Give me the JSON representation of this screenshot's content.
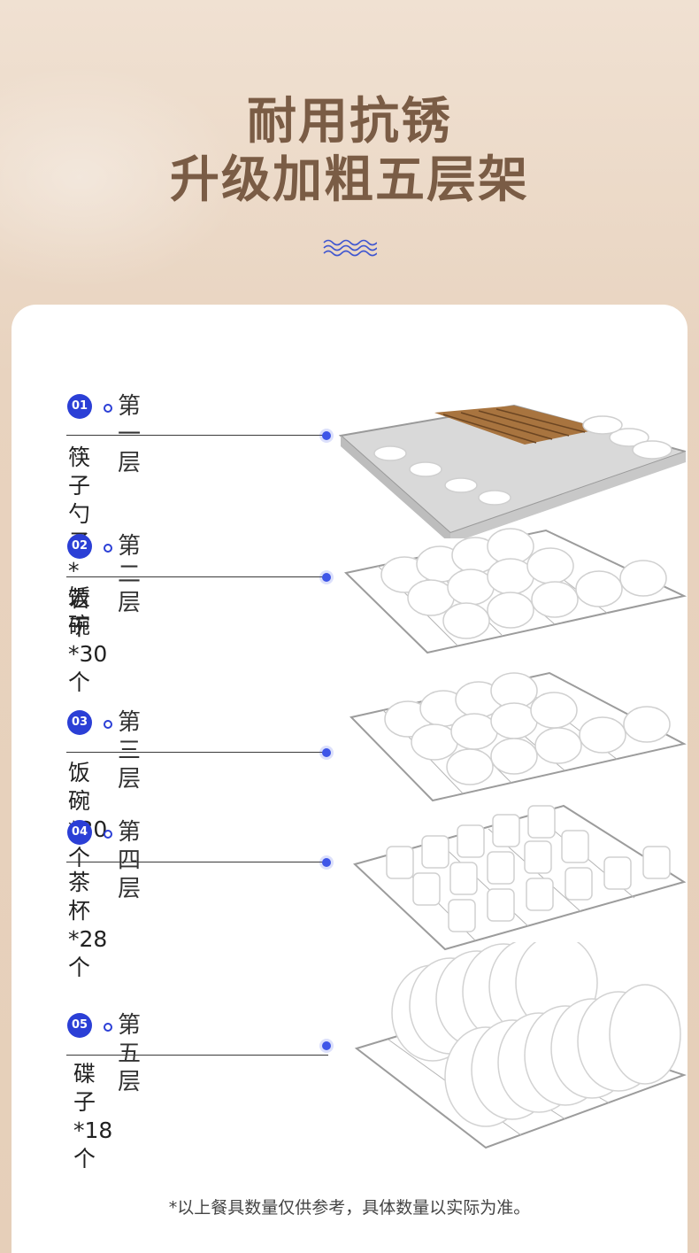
{
  "header": {
    "title_line1": "耐用抗锈",
    "title_line2": "升级加粗五层架"
  },
  "layers": [
    {
      "badge": "01",
      "name": "第一层",
      "contents": "筷子勺子*若干"
    },
    {
      "badge": "02",
      "name": "第二层",
      "contents": "饭碗*30个"
    },
    {
      "badge": "03",
      "name": "第三层",
      "contents": "饭碗*30个"
    },
    {
      "badge": "04",
      "name": "第四层",
      "contents": "茶杯*28个"
    },
    {
      "badge": "05",
      "name": "第五层",
      "contents": "碟子*18个"
    }
  ],
  "footnote": "*以上餐具数量仅供参考，具体数量以实际为准。",
  "colors": {
    "background": "#ecdac8",
    "title": "#7a5c45",
    "accent": "#2b3fd6",
    "card": "#ffffff"
  }
}
